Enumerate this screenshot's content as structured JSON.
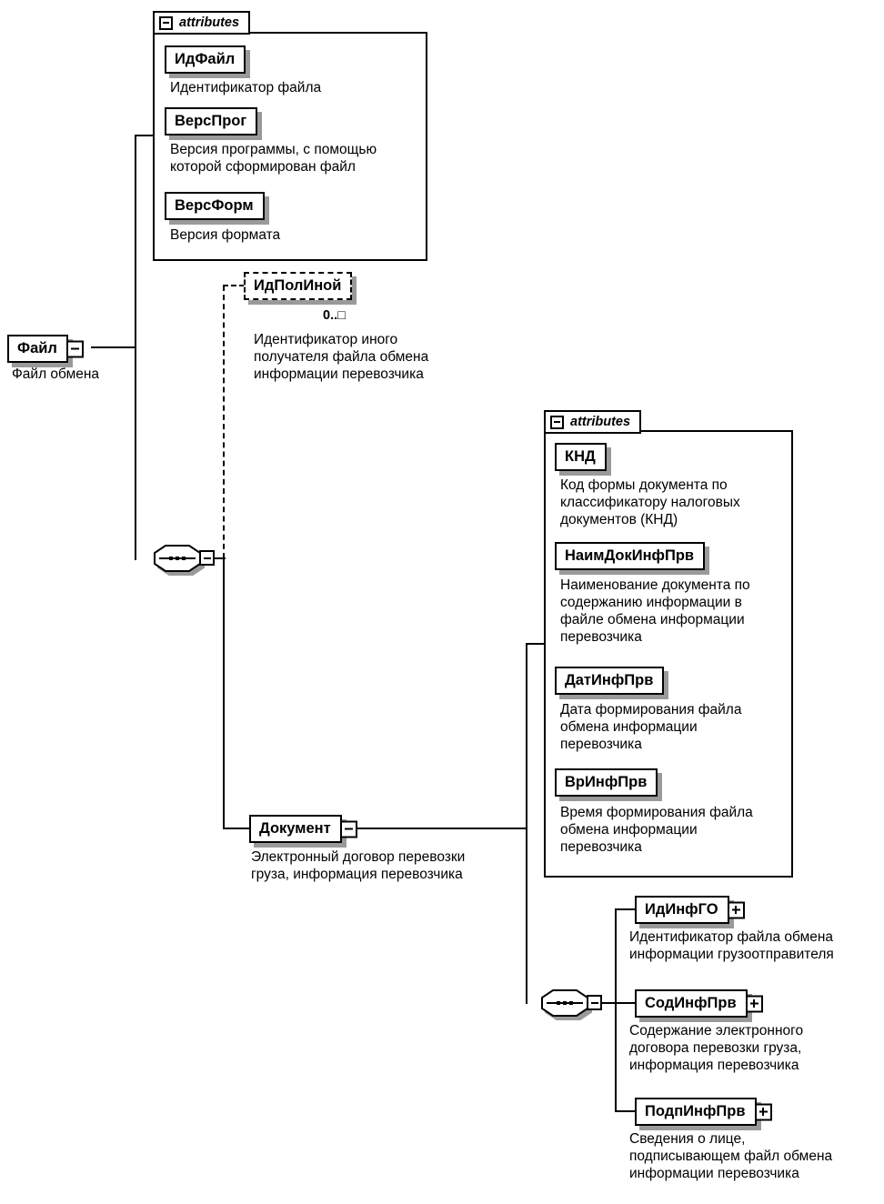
{
  "colors": {
    "background": "#ffffff",
    "line": "#000000",
    "box_shadow": "#9a9a9a"
  },
  "icons": {
    "collapse": "minus-square",
    "expand": "plus-square",
    "sequence": "octagon-with-three-dots",
    "attributes_collapse": "minus-square"
  },
  "root": {
    "label": "Файл",
    "caption": "Файл обмена"
  },
  "file_attributes": {
    "tab_label": "attributes",
    "items": [
      {
        "name": "ИдФайл",
        "desc": "Идентификатор файла"
      },
      {
        "name": "ВерсПрог",
        "desc": "Версия программы, с помощью\nкоторой сформирован файл"
      },
      {
        "name": "ВерсФорм",
        "desc": "Версия формата"
      }
    ]
  },
  "optional_element": {
    "name": "ИдПолИной",
    "occurrence": "0..□",
    "desc": "Идентификатор иного\nполучателя файла обмена\nинформации перевозчика"
  },
  "document": {
    "name": "Документ",
    "desc": "Электронный договор перевозки\nгруза, информация перевозчика"
  },
  "document_attributes": {
    "tab_label": "attributes",
    "items": [
      {
        "name": "КНД",
        "desc": "Код формы документа по\nклассификатору налоговых\nдокументов (КНД)"
      },
      {
        "name": "НаимДокИнфПрв",
        "desc": "Наименование документа по\nсодержанию информации в\nфайле обмена информации\nперевозчика"
      },
      {
        "name": "ДатИнфПрв",
        "desc": "Дата формирования файла\nобмена информации\nперевозчика"
      },
      {
        "name": "ВрИнфПрв",
        "desc": "Время формирования файла\nобмена информации\nперевозчика"
      }
    ]
  },
  "document_children": [
    {
      "name": "ИдИнфГО",
      "desc": "Идентификатор файла обмена\nинформации грузоотправителя"
    },
    {
      "name": "СодИнфПрв",
      "desc": "Содержание электронного\nдоговора перевозки груза,\nинформация перевозчика"
    },
    {
      "name": "ПодпИнфПрв",
      "desc": "Сведения о лице,\nподписывающем файл обмена\nинформации перевозчика"
    }
  ]
}
